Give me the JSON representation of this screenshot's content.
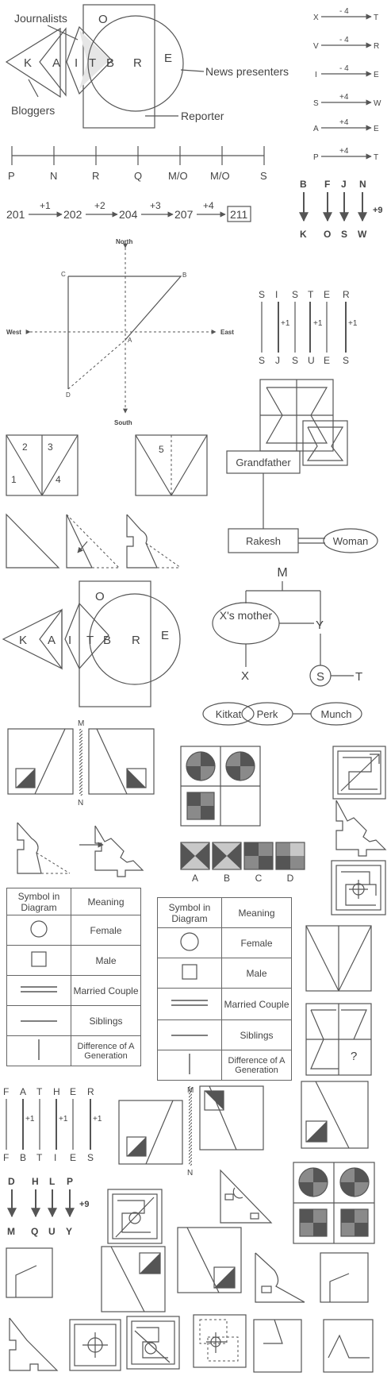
{
  "venn_top": {
    "labels": [
      "Journalists",
      "Bloggers",
      "News presenters",
      "Reporter"
    ],
    "regions": [
      "O",
      "K",
      "A",
      "I",
      "T",
      "B",
      "R",
      "E"
    ]
  },
  "venn_mid": {
    "regions": [
      "O",
      "K",
      "A",
      "I",
      "T",
      "B",
      "R",
      "E"
    ]
  },
  "letter_shifts": [
    {
      "from": "X",
      "to": "T",
      "op": "- 4"
    },
    {
      "from": "V",
      "to": "R",
      "op": "- 4"
    },
    {
      "from": "I",
      "to": "E",
      "op": "- 4"
    },
    {
      "from": "S",
      "to": "W",
      "op": "+4"
    },
    {
      "from": "A",
      "to": "E",
      "op": "+4"
    },
    {
      "from": "P",
      "to": "T",
      "op": "+4"
    }
  ],
  "seating_line": [
    "P",
    "N",
    "R",
    "Q",
    "M/O",
    "M/O",
    "S"
  ],
  "number_series": {
    "terms": [
      "201",
      "202",
      "204",
      "207",
      "211"
    ],
    "diffs": [
      "+1",
      "+2",
      "+3",
      "+4"
    ]
  },
  "plus9_top": {
    "top": [
      "B",
      "F",
      "J",
      "N"
    ],
    "bottom": [
      "K",
      "O",
      "S",
      "W"
    ],
    "op": "+9"
  },
  "compass": {
    "north": "North",
    "south": "South",
    "east": "East",
    "west": "West",
    "points": [
      "C",
      "B",
      "A",
      "D"
    ]
  },
  "sister": {
    "top": [
      "S",
      "I",
      "S",
      "T",
      "E",
      "R"
    ],
    "bottom": [
      "S",
      "J",
      "S",
      "U",
      "E",
      "S"
    ],
    "op": [
      "+1",
      "+1",
      "+1"
    ]
  },
  "fold_numbers": [
    "2",
    "3",
    "1",
    "4",
    "5"
  ],
  "family1": {
    "grandfather": "Grandfather",
    "rakesh": "Rakesh",
    "woman": "Woman"
  },
  "family2": {
    "m": "M",
    "mother": "X's mother",
    "y": "Y",
    "x": "X",
    "s": "S",
    "t": "T"
  },
  "choco": [
    "Kitkat",
    "Perk",
    "Munch"
  ],
  "mirror": {
    "top": "M",
    "bottom": "N"
  },
  "options": [
    "A",
    "B",
    "C",
    "D"
  ],
  "symbol_table": {
    "head": [
      "Symbol in Diagram",
      "Meaning"
    ],
    "rows": [
      "Female",
      "Male",
      "Married Couple",
      "Siblings",
      "Difference of A Generation"
    ]
  },
  "question_mark": "?",
  "father": {
    "top": [
      "F",
      "A",
      "T",
      "H",
      "E",
      "R"
    ],
    "bottom": [
      "F",
      "B",
      "T",
      "I",
      "E",
      "S"
    ],
    "op": [
      "+1",
      "+1",
      "+1"
    ]
  },
  "dhlp": {
    "top": [
      "D",
      "H",
      "L",
      "P"
    ],
    "bottom": [
      "M",
      "Q",
      "U",
      "Y"
    ],
    "op": "+9"
  },
  "colors": {
    "ink": "#444444",
    "line": "#555555",
    "fill_dark": "#555555",
    "fill_mid": "#8a8a8a",
    "fill_light": "#c8c8c8"
  }
}
